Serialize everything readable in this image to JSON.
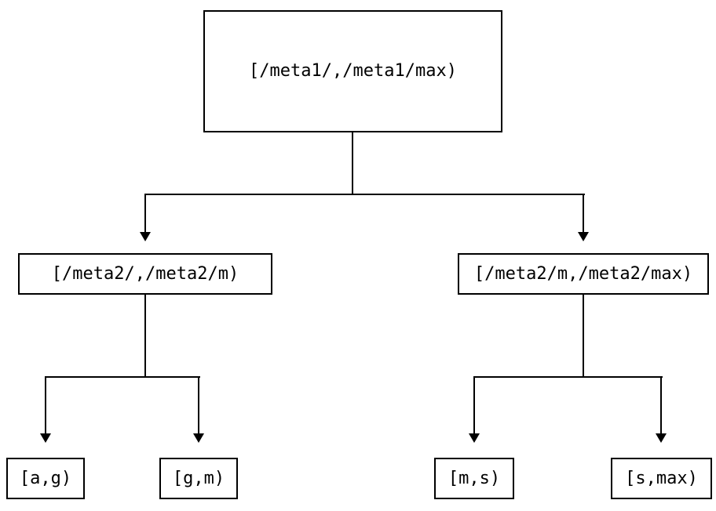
{
  "diagram": {
    "type": "tree",
    "root": {
      "label": "[/meta1/,/meta1/max)"
    },
    "branches": [
      {
        "label": "[/meta2/,/meta2/m)",
        "children": [
          {
            "label": "[a,g)"
          },
          {
            "label": "[g,m)"
          }
        ]
      },
      {
        "label": "[/meta2/m,/meta2/max)",
        "children": [
          {
            "label": "[m,s)"
          },
          {
            "label": "[s,max)"
          }
        ]
      }
    ],
    "colors": {
      "background": "#ffffff",
      "line": "#000000",
      "box_border": "#000000",
      "text": "#000000"
    }
  }
}
